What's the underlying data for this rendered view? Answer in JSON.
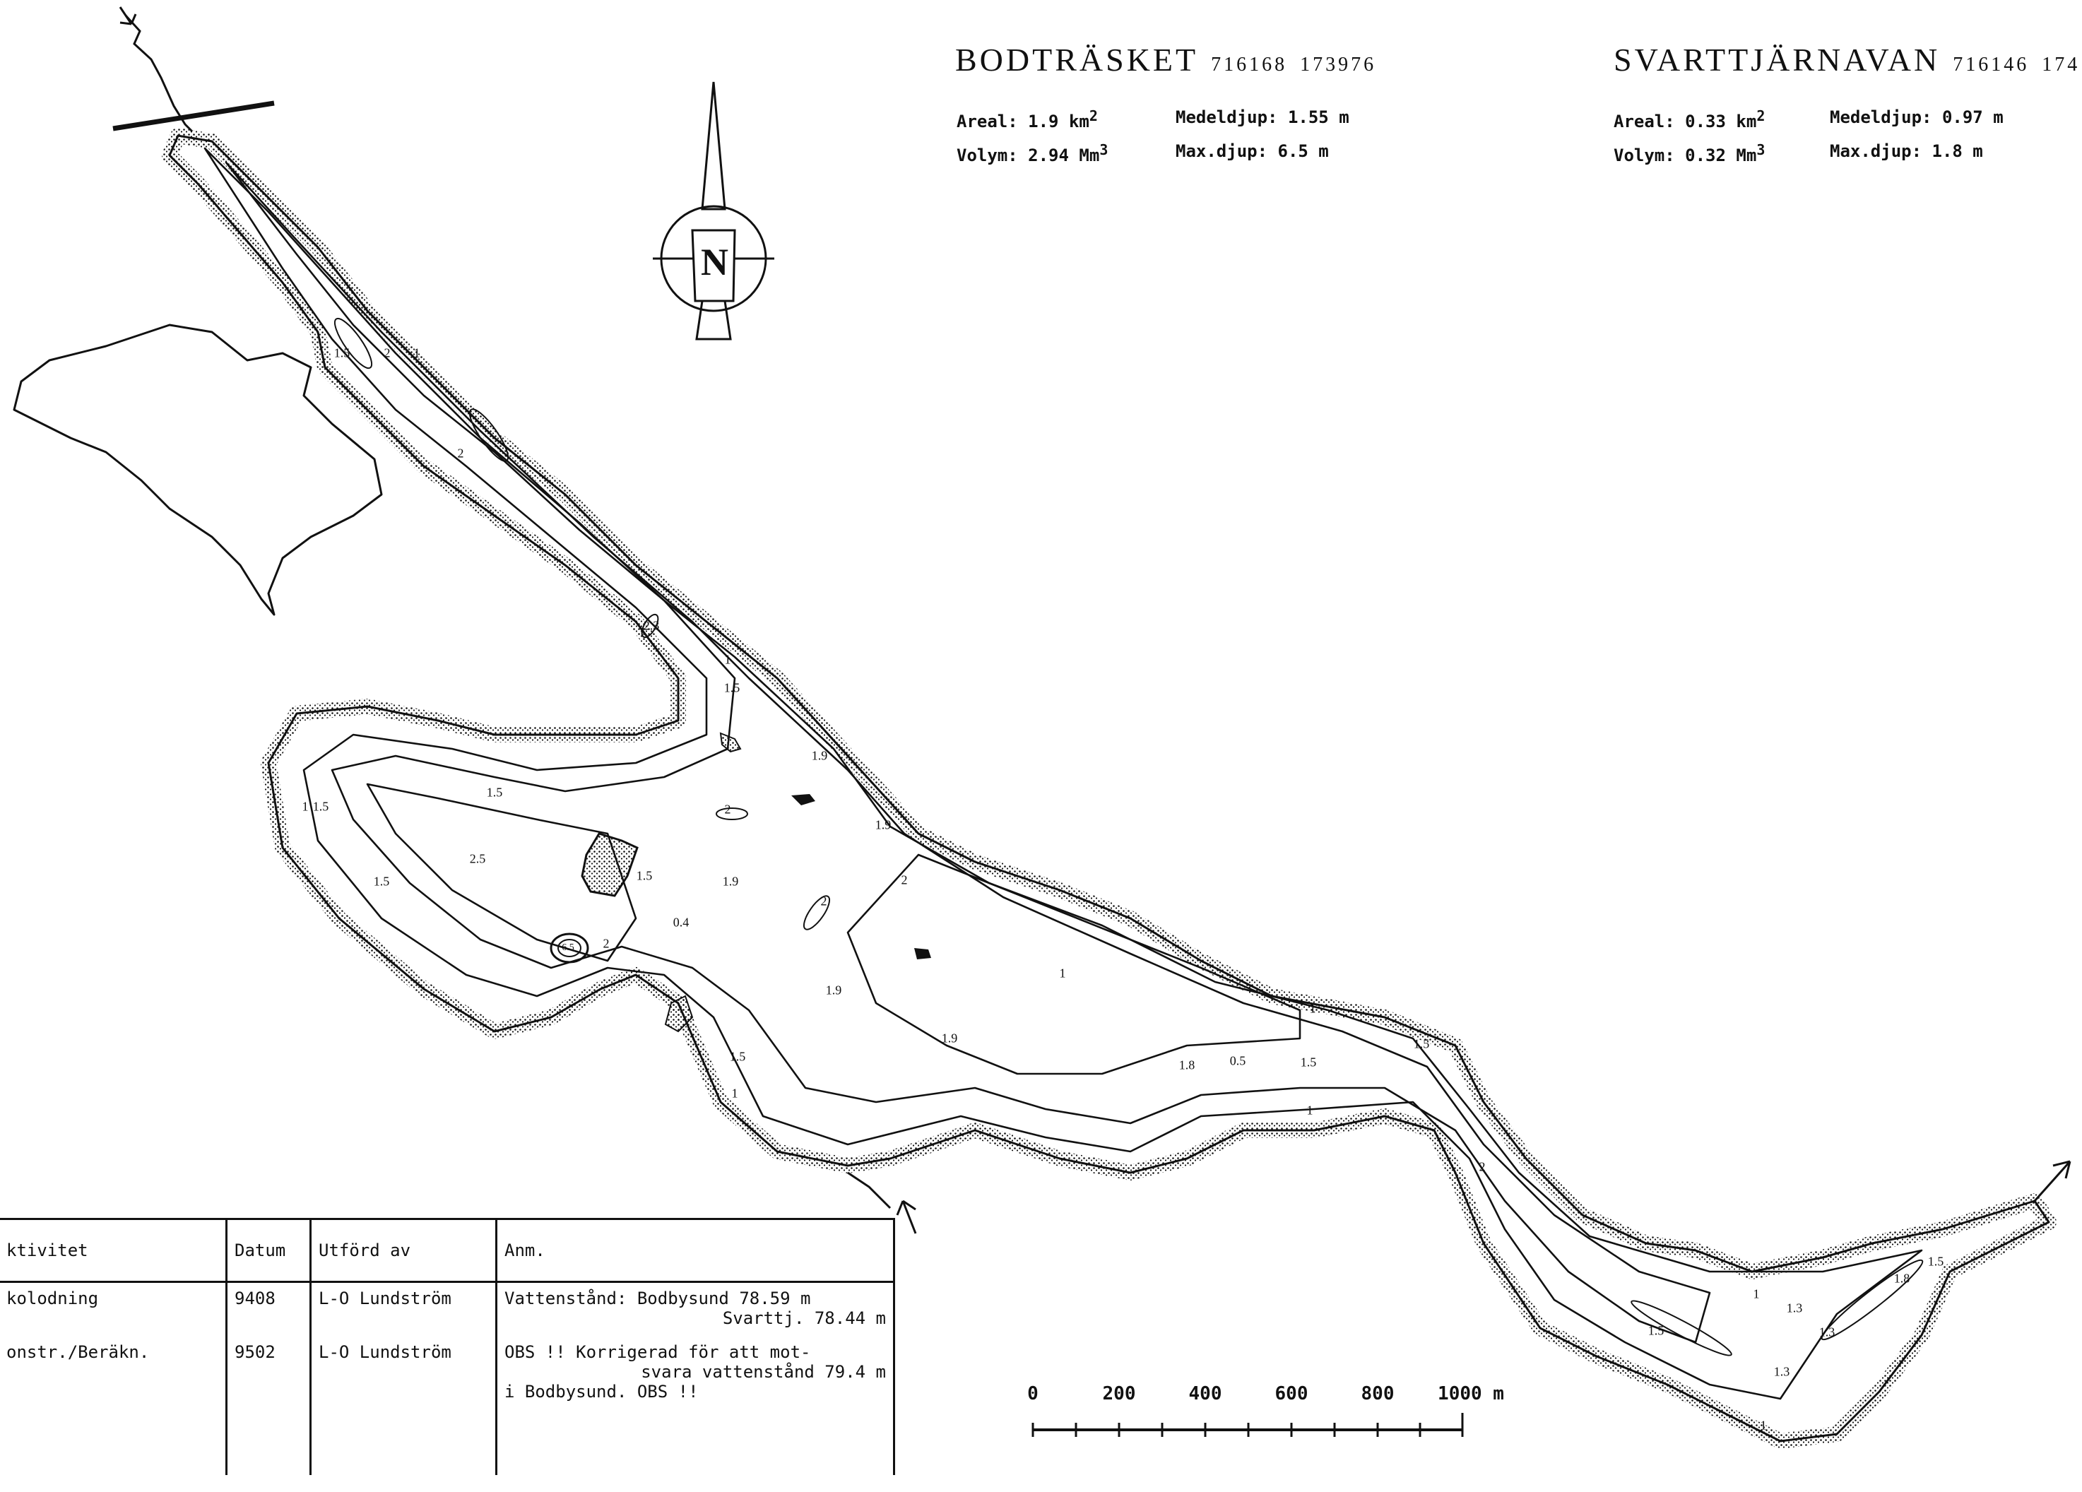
{
  "lake1": {
    "name": "BODTRÄSKET",
    "code_a": "716168",
    "code_b": "173976",
    "areal_label": "Areal:",
    "areal_value": "1.9  km",
    "areal_unit_exp": "2",
    "volym_label": "Volym:",
    "volym_value": "2.94 Mm",
    "volym_unit_exp": "3",
    "medeldjup_label": "Medeldjup:",
    "medeldjup_value": "1.55 m",
    "maxdjup_label": "Max.djup:",
    "maxdjup_value": "6.5  m"
  },
  "lake2": {
    "name": "SVARTTJÄRNAVAN",
    "code_a": "716146",
    "code_b": "174",
    "areal_label": "Areal:",
    "areal_value": "0.33 km",
    "areal_unit_exp": "2",
    "volym_label": "Volym:",
    "volym_value": "0.32 Mm",
    "volym_unit_exp": "3",
    "medeldjup_label": "Medeldjup:",
    "medeldjup_value": "0.97 m",
    "maxdjup_label": "Max.djup:",
    "maxdjup_value": "1.8  m"
  },
  "north_label": "N",
  "depth_labels": [
    "1.5",
    "2",
    "1",
    "2",
    "2.3",
    "1",
    "1.5",
    "1.9",
    "2",
    "1.9",
    "2.5",
    "1.5",
    "1.9",
    "0.4",
    "2",
    "2",
    "1.9",
    "1.9",
    "1.5",
    "2",
    "6.5",
    "1.5",
    "1",
    "1",
    "1.8",
    "0.5",
    "1.5",
    "1",
    "1.5",
    "2",
    "1",
    "1",
    "1.5",
    "1.3",
    "1.3",
    "1.8",
    "1.3",
    "1.5",
    "1",
    "1",
    "1.5",
    "1.5"
  ],
  "scale": {
    "ticks": [
      "0",
      "200",
      "400",
      "600",
      "800",
      "1000 m"
    ]
  },
  "log_table": {
    "headers": [
      "ktivitet",
      "Datum",
      "Utförd av",
      "Anm."
    ],
    "rows": [
      {
        "aktivitet": "kolodning",
        "datum": "9408",
        "utford": "L-O Lundström",
        "anm_line1": "Vattenstånd: Bodbysund 78.59 m",
        "anm_line2": "Svarttj.  78.44 m",
        "anm_line3": ""
      },
      {
        "aktivitet": "onstr./Beräkn.",
        "datum": "9502",
        "utford": "L-O Lundström",
        "anm_line1": "OBS !! Korrigerad för att mot-",
        "anm_line2": "svara vattenstånd 79.4 m",
        "anm_line3": "i Bodbysund.     OBS !!"
      }
    ]
  }
}
